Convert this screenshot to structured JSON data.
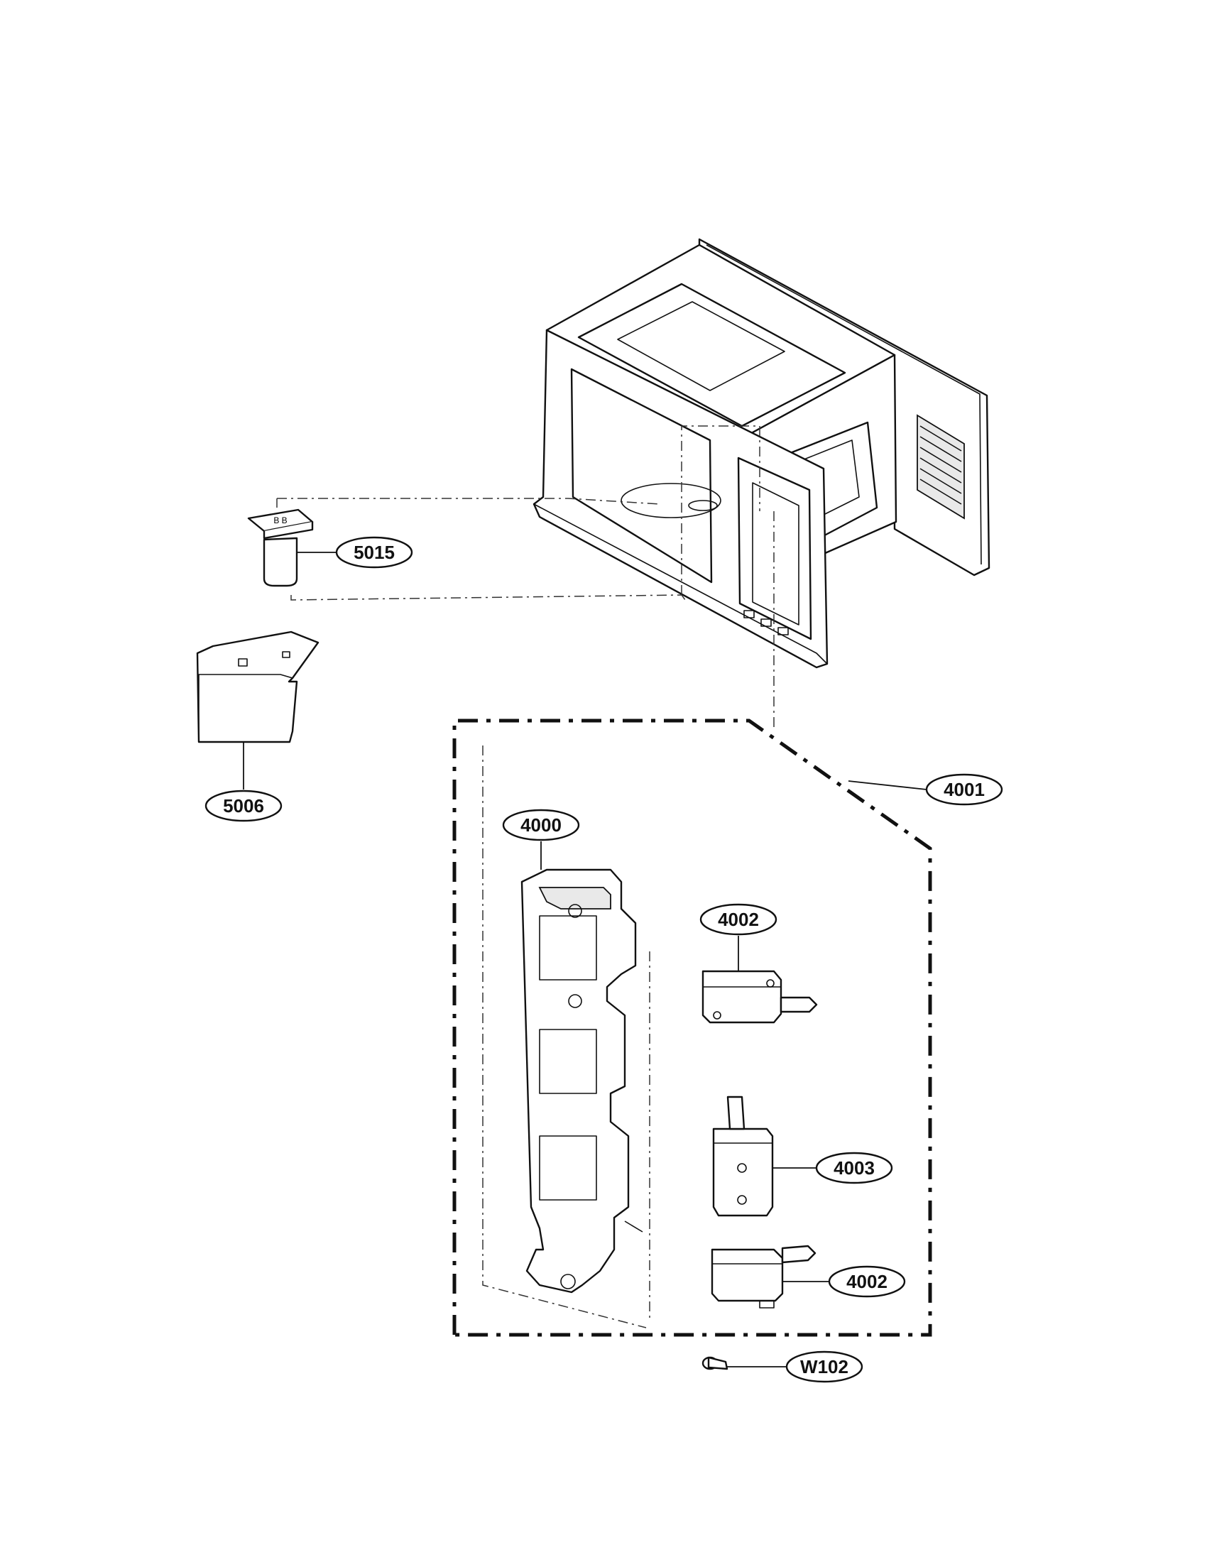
{
  "callouts": {
    "c5015": "5015",
    "c5006": "5006",
    "c4001": "4001",
    "c4000": "4000",
    "c4002a": "4002",
    "c4003": "4003",
    "c4002b": "4002",
    "cW102": "W102"
  }
}
